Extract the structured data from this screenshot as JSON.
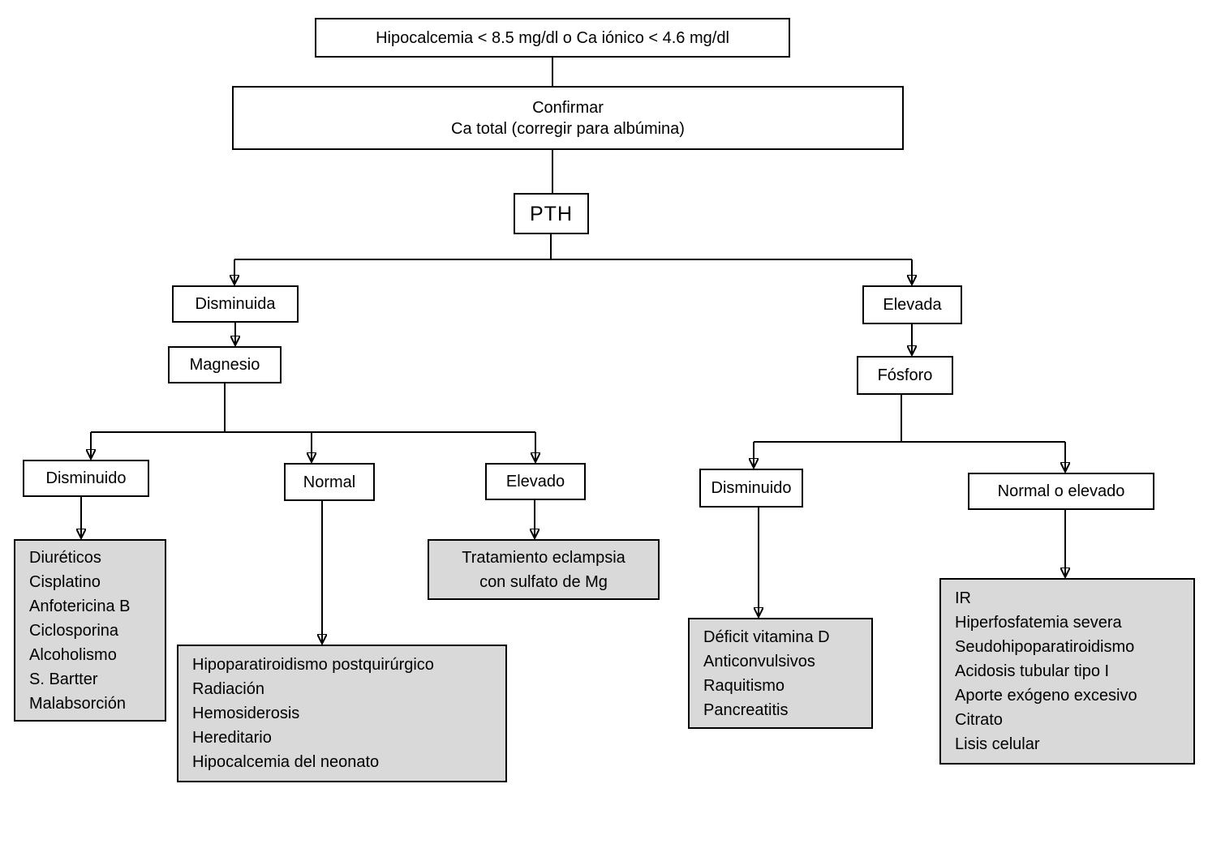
{
  "colors": {
    "background": "#ffffff",
    "node_fill": "#ffffff",
    "gray_fill": "#d9d9d9",
    "line": "#000000",
    "text": "#000000"
  },
  "flowchart": {
    "root": {
      "label": "Hipocalcemia < 8.5 mg/dl o Ca iónico < 4.6 mg/dl"
    },
    "confirm": {
      "line1": "Confirmar",
      "line2": "Ca total (corregir para albúmina)"
    },
    "pth": {
      "label": "PTH"
    },
    "pth_low": {
      "label": "Disminuida"
    },
    "magnesium": {
      "label": "Magnesio"
    },
    "mg_low": {
      "label": "Disminuido"
    },
    "mg_normal": {
      "label": "Normal"
    },
    "mg_high": {
      "label": "Elevado"
    },
    "mg_low_causes": [
      "Diuréticos",
      "Cisplatino",
      "Anfotericina B",
      "Ciclosporina",
      "Alcoholismo",
      "S. Bartter",
      "Malabsorción"
    ],
    "mg_normal_causes": [
      "Hipoparatiroidismo postquirúrgico",
      "Radiación",
      "Hemosiderosis",
      "Hereditario",
      "Hipocalcemia del neonato"
    ],
    "mg_high_causes": [
      "Tratamiento eclampsia",
      "con sulfato de Mg"
    ],
    "pth_high": {
      "label": "Elevada"
    },
    "phosphorus": {
      "label": "Fósforo"
    },
    "ph_low": {
      "label": "Disminuido"
    },
    "ph_normal_high": {
      "label": "Normal o elevado"
    },
    "ph_low_causes": [
      "Déficit vitamina D",
      "Anticonvulsivos",
      "Raquitismo",
      "Pancreatitis"
    ],
    "ph_normal_high_causes": [
      "IR",
      "Hiperfosfatemia severa",
      "Seudohipoparatiroidismo",
      "Acidosis tubular tipo I",
      "Aporte exógeno excesivo",
      "Citrato",
      "Lisis celular"
    ]
  }
}
